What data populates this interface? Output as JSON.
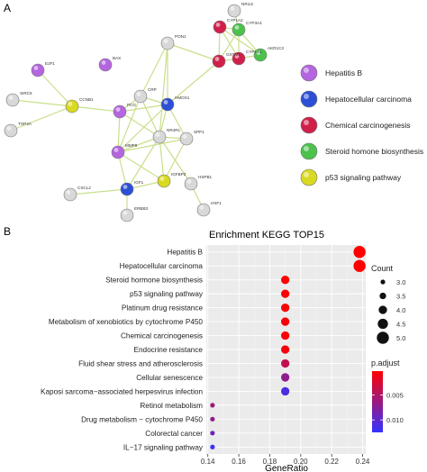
{
  "panel_labels": {
    "a": "A",
    "b": "B"
  },
  "network": {
    "nodes": [
      {
        "id": "NR1I2",
        "label": "NR1I2",
        "category": "none"
      },
      {
        "id": "CYP1A2",
        "label": "CYP1A2",
        "category": "chemical"
      },
      {
        "id": "CYP3A4",
        "label": "CYP3A4",
        "category": "steroid"
      },
      {
        "id": "AKR1C3",
        "label": "AKR1C3",
        "category": "steroid"
      },
      {
        "id": "CYP1A1",
        "label": "CYP1A1",
        "category": "chemical"
      },
      {
        "id": "GSTM1",
        "label": "GSTM1",
        "category": "chemical"
      },
      {
        "id": "PON1",
        "label": "PON1",
        "category": "none"
      },
      {
        "id": "BAX",
        "label": "BAX",
        "category": "hepatitis"
      },
      {
        "id": "E2F1",
        "label": "E2F1",
        "category": "hepatitis"
      },
      {
        "id": "SIRC5",
        "label": "SIRC5",
        "category": "none"
      },
      {
        "id": "CCNB1",
        "label": "CCNB1",
        "category": "p53"
      },
      {
        "id": "TOP2A",
        "label": "TOP2A",
        "category": "none"
      },
      {
        "id": "CRP",
        "label": "CRP",
        "category": "none"
      },
      {
        "id": "HMOX1",
        "label": "HMOX1",
        "category": "hcc"
      },
      {
        "id": "PCG",
        "label": "PCG",
        "category": "hepatitis"
      },
      {
        "id": "NR4R1",
        "label": "NR4R1",
        "category": "none"
      },
      {
        "id": "SPP1",
        "label": "SPP1",
        "category": "none"
      },
      {
        "id": "MMP9",
        "label": "MMP9",
        "category": "hepatitis"
      },
      {
        "id": "IGFBP3",
        "label": "IGFBP3",
        "category": "p53"
      },
      {
        "id": "IGF1",
        "label": "IGF1",
        "category": "hcc"
      },
      {
        "id": "HSPB1",
        "label": "HSPB1",
        "category": "none"
      },
      {
        "id": "CXCL2",
        "label": "CXCL2",
        "category": "none"
      },
      {
        "id": "ERBB3",
        "label": "ERBB3",
        "category": "none"
      },
      {
        "id": "HSF1",
        "label": "HSF1",
        "category": "none"
      }
    ],
    "edges": [
      [
        "CYP1A2",
        "CYP3A4"
      ],
      [
        "CYP1A2",
        "CYP1A1"
      ],
      [
        "CYP1A2",
        "GSTM1"
      ],
      [
        "CYP1A2",
        "AKR1C3"
      ],
      [
        "CYP3A4",
        "CYP1A1"
      ],
      [
        "CYP3A4",
        "AKR1C3"
      ],
      [
        "CYP3A4",
        "NR1I2"
      ],
      [
        "CYP1A1",
        "GSTM1"
      ],
      [
        "CYP1A1",
        "AKR1C3"
      ],
      [
        "GSTM1",
        "PON1"
      ],
      [
        "GSTM1",
        "HMOX1"
      ],
      [
        "PON1",
        "CRP"
      ],
      [
        "PON1",
        "HMOX1"
      ],
      [
        "PON1",
        "NR4R1"
      ],
      [
        "CRP",
        "HMOX1"
      ],
      [
        "CRP",
        "PCG"
      ],
      [
        "CRP",
        "NR4R1"
      ],
      [
        "HMOX1",
        "PCG"
      ],
      [
        "HMOX1",
        "NR4R1"
      ],
      [
        "HMOX1",
        "SPP1"
      ],
      [
        "HMOX1",
        "MMP9"
      ],
      [
        "PCG",
        "NR4R1"
      ],
      [
        "PCG",
        "MMP9"
      ],
      [
        "PCG",
        "CCNB1"
      ],
      [
        "CCNB1",
        "E2F1"
      ],
      [
        "CCNB1",
        "SIRC5"
      ],
      [
        "CCNB1",
        "TOP2A"
      ],
      [
        "NR4R1",
        "SPP1"
      ],
      [
        "NR4R1",
        "MMP9"
      ],
      [
        "NR4R1",
        "IGFBP3"
      ],
      [
        "NR4R1",
        "IGF1"
      ],
      [
        "NR4R1",
        "HSPB1"
      ],
      [
        "SPP1",
        "MMP9"
      ],
      [
        "MMP9",
        "IGFBP3"
      ],
      [
        "MMP9",
        "IGF1"
      ],
      [
        "IGFBP3",
        "IGF1"
      ],
      [
        "IGF1",
        "ERBB3"
      ],
      [
        "IGF1",
        "CXCL2"
      ],
      [
        "HSPB1",
        "HSF1"
      ],
      [
        "SPP1",
        "IGFBP3"
      ],
      [
        "MMP9",
        "CRP"
      ],
      [
        "GSTM1",
        "CYP3A4"
      ]
    ],
    "legend": [
      {
        "key": "hepatitis",
        "label": "Hepatitis B",
        "color": "#b565e0"
      },
      {
        "key": "hcc",
        "label": "Hepatocellular carcinoma",
        "color": "#2d4fd6"
      },
      {
        "key": "chemical",
        "label": "Chemical carcinogenesis",
        "color": "#d0204a"
      },
      {
        "key": "steroid",
        "label": "Steroid homone biosynthesis",
        "color": "#4cc24c"
      },
      {
        "key": "p53",
        "label": "p53 signaling pathway",
        "color": "#d9d920"
      }
    ],
    "colors": {
      "node_default": "#d8d8d8",
      "edge": "#c8e08a"
    }
  },
  "chart_data": {
    "type": "scatter",
    "title": "Enrichment KEGG TOP15",
    "xlabel": "GeneRatio",
    "ylabel": "",
    "xlim": [
      0.139,
      0.242
    ],
    "x_ticks": [
      "0.14",
      "0.16",
      "0.18",
      "0.20",
      "0.22",
      "0.24"
    ],
    "x_tick_values": [
      0.14,
      0.16,
      0.18,
      0.2,
      0.22,
      0.24
    ],
    "grid": true,
    "categories": [
      "Hepatitis B",
      "Hepatocellular carcinoma",
      "Steroid hormone biosynthesis",
      "p53 signaling pathway",
      "Platinum drug resistance",
      "Metabolism of xenobiotics by cytochrome P450",
      "Chemical carcinogenesis",
      "Endocrine resistance",
      "Fluid shear stress and atherosclerosis",
      "Cellular senescence",
      "Kaposi sarcoma−associated herpesvirus infection",
      "Retinol metabolism",
      "Drug metabolism − cytochrome P450",
      "Colorectal cancer",
      "IL−17 signaling pathway"
    ],
    "gene_ratio": [
      0.238,
      0.238,
      0.19,
      0.19,
      0.19,
      0.19,
      0.19,
      0.19,
      0.19,
      0.19,
      0.19,
      0.143,
      0.143,
      0.143,
      0.143
    ],
    "count": [
      5,
      5,
      4,
      4,
      4,
      4,
      4,
      4,
      4,
      4,
      4,
      3,
      3,
      3,
      3
    ],
    "p_adjust": [
      0.0002,
      0.0003,
      0.0004,
      0.0005,
      0.0005,
      0.0006,
      0.0006,
      0.0008,
      0.004,
      0.007,
      0.011,
      0.006,
      0.007,
      0.009,
      0.012
    ],
    "size_legend": {
      "title": "Count",
      "labels": [
        "3.0",
        "3.5",
        "4.0",
        "4.5",
        "5.0"
      ],
      "values": [
        3.0,
        3.5,
        4.0,
        4.5,
        5.0
      ]
    },
    "color_legend": {
      "title": "p.adjust",
      "labels": [
        "0.005",
        "0.010"
      ],
      "values": [
        0.005,
        0.01
      ],
      "range": [
        0.0002,
        0.0125
      ],
      "low_color": "#ff0000",
      "high_color": "#3333ff"
    },
    "legend_position": "right"
  }
}
